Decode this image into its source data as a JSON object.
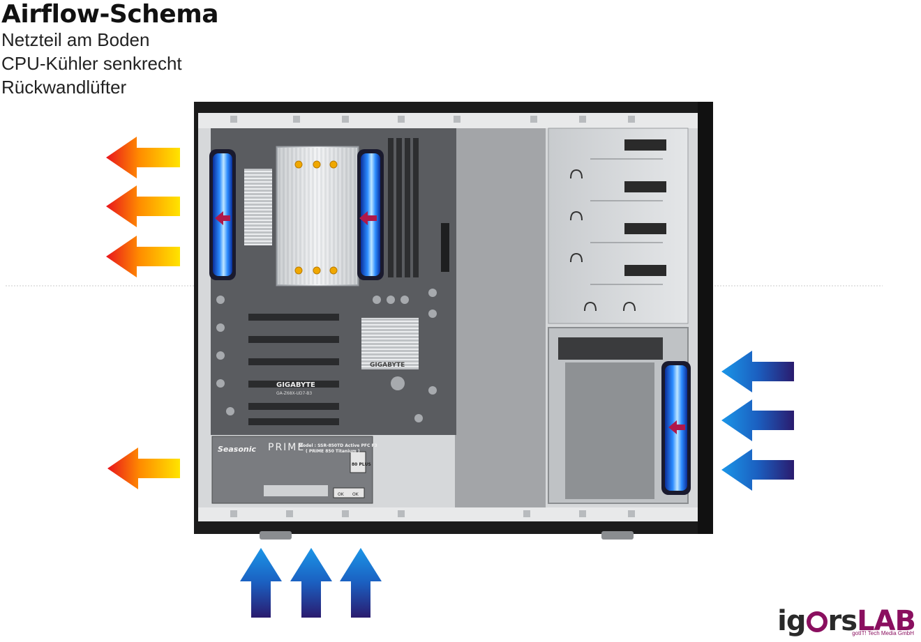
{
  "title": "Airflow-Schema",
  "subtitle_lines": [
    "Netzteil am Boden",
    "CPU-Kühler senkrecht",
    "Rückwandlüfter"
  ],
  "psu": {
    "brand": "Seasonic",
    "series": "PRIME",
    "model_line1": "Model : SSR-850TD Active PFC F3",
    "model_line2": "( PRIME 850 Titanium )",
    "badge": "80 PLUS",
    "button_off": "OK",
    "button_on": "OK"
  },
  "motherboard": {
    "brand": "GIGABYTE",
    "model": "GA-Z68X-UD7-B3",
    "heatsink_label": "GIGABYTE"
  },
  "logo": {
    "text_left": "ig",
    "text_mid": "rs",
    "text_right": "LAB",
    "tagline": "gotIT! Tech Media GmbH"
  },
  "flows": {
    "exhaust": {
      "color_start": "#ffe400",
      "color_end": "#e8141c",
      "direction": "left"
    },
    "intake": {
      "color_start": "#1b8fe0",
      "color_end": "#2b1a6b",
      "direction": "left/up"
    }
  },
  "colors": {
    "case_frame": "#1b1b1b",
    "case_interior": "#d6d8da",
    "motherboard": "#5a5c60",
    "fan_blue": "#1f86ff"
  }
}
